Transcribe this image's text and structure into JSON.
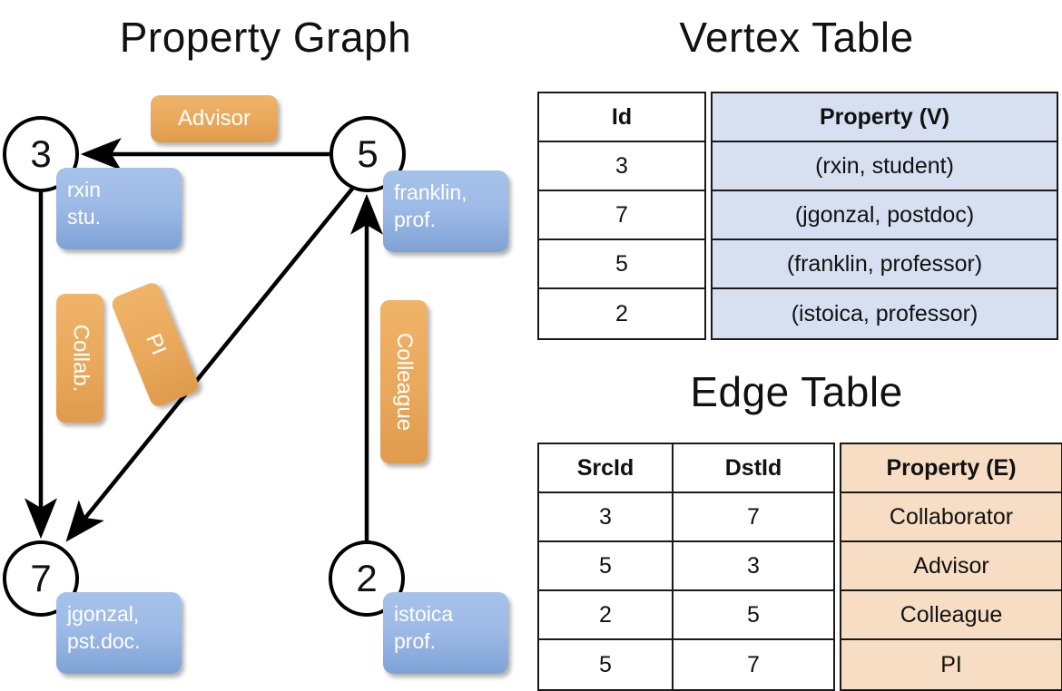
{
  "titles": {
    "property_graph": "Property Graph",
    "vertex_table": "Vertex Table",
    "edge_table": "Edge Table"
  },
  "graph": {
    "nodes": [
      {
        "id": "3",
        "name": "node-3",
        "property_line1": "rxin",
        "property_line2": "stu."
      },
      {
        "id": "5",
        "name": "node-5",
        "property_line1": "franklin,",
        "property_line2": "prof."
      },
      {
        "id": "7",
        "name": "node-7",
        "property_line1": "jgonzal,",
        "property_line2": "pst.doc."
      },
      {
        "id": "2",
        "name": "node-2",
        "property_line1": "istoica",
        "property_line2": "prof."
      }
    ],
    "edge_labels": {
      "advisor": "Advisor",
      "collab": "Collab.",
      "pi": "PI",
      "colleague": "Colleague"
    },
    "edges": [
      {
        "from": "5",
        "to": "3",
        "label": "Advisor"
      },
      {
        "from": "3",
        "to": "7",
        "label": "Collab."
      },
      {
        "from": "5",
        "to": "7",
        "label": "PI"
      },
      {
        "from": "2",
        "to": "5",
        "label": "Colleague"
      }
    ]
  },
  "vertex_table": {
    "headers": [
      "Id",
      "Property (V)"
    ],
    "rows": [
      {
        "id": "3",
        "property": "(rxin, student)"
      },
      {
        "id": "7",
        "property": "(jgonzal, postdoc)"
      },
      {
        "id": "5",
        "property": "(franklin, professor)"
      },
      {
        "id": "2",
        "property": "(istoica, professor)"
      }
    ]
  },
  "edge_table": {
    "headers": [
      "SrcId",
      "DstId",
      "Property (E)"
    ],
    "rows": [
      {
        "src": "3",
        "dst": "7",
        "property": "Collaborator"
      },
      {
        "src": "5",
        "dst": "3",
        "property": "Advisor"
      },
      {
        "src": "2",
        "dst": "5",
        "property": "Colleague"
      },
      {
        "src": "5",
        "dst": "7",
        "property": "PI"
      }
    ]
  },
  "colors": {
    "vertex_property_fill": "#d6e0f1",
    "edge_property_fill": "#f6ddc3",
    "node_property_box": "#9ebbe7",
    "edge_label_box": "#e9a85c",
    "stroke": "#000000",
    "background": "#ffffff"
  }
}
